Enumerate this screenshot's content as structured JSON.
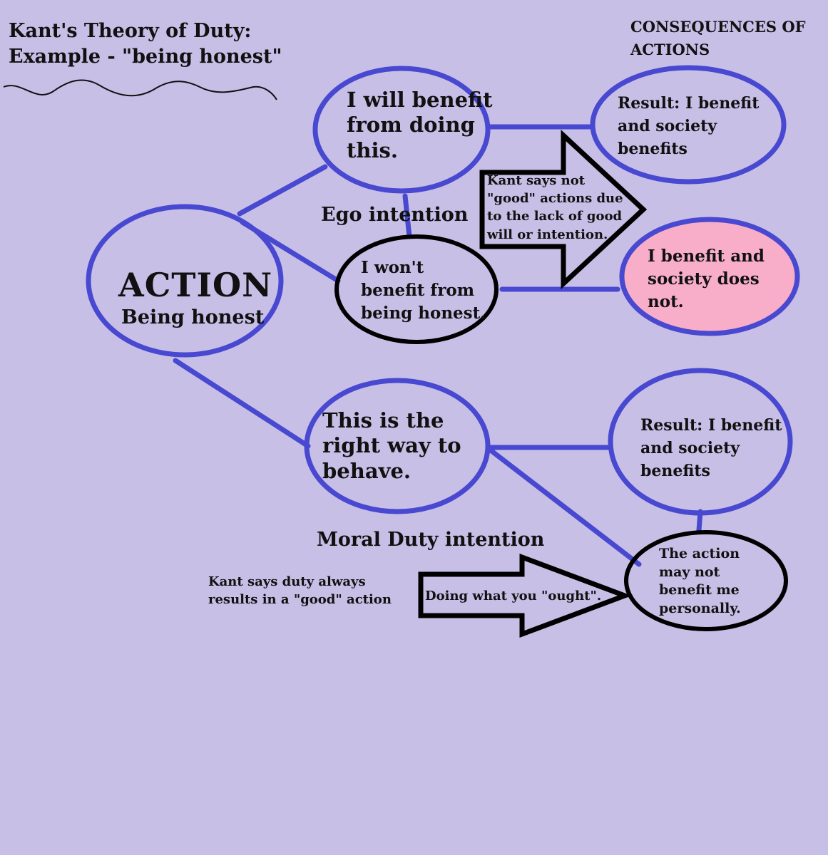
{
  "title": "Kant's Theory of Duty:\nExample - \"being honest\"",
  "consequences_header": "CONSEQUENCES OF\nACTIONS",
  "action": {
    "title": "ACTION",
    "subtitle": "Being honest"
  },
  "ego_branch": {
    "label": "Ego intention",
    "benefit_node": "I will benefit\nfrom doing\nthis.",
    "no_benefit_node": "I won't\nbenefit from\nbeing honest.",
    "benefit_result": "Result: I benefit\nand society\nbenefits",
    "no_benefit_result": "I benefit and\nsociety does\nnot.",
    "arrow_text": "Kant says not\n\"good\" actions due\nto the lack of good\nwill or intention."
  },
  "duty_branch": {
    "label": "Moral Duty intention",
    "duty_node": "This is the\nright way to\nbehave.",
    "benefit_result": "Result: I benefit\nand society\nbenefits",
    "no_personal_benefit": "The action\nmay not\nbenefit me\npersonally.",
    "kant_note": "Kant says duty always\nresults in a \"good\" action",
    "arrow_text": "Doing what you \"ought\"."
  },
  "colors": {
    "background": "#c7bfe6",
    "node_outline": "#4848d0",
    "outline_black": "#000000",
    "highlight_fill": "#f8aec8"
  }
}
